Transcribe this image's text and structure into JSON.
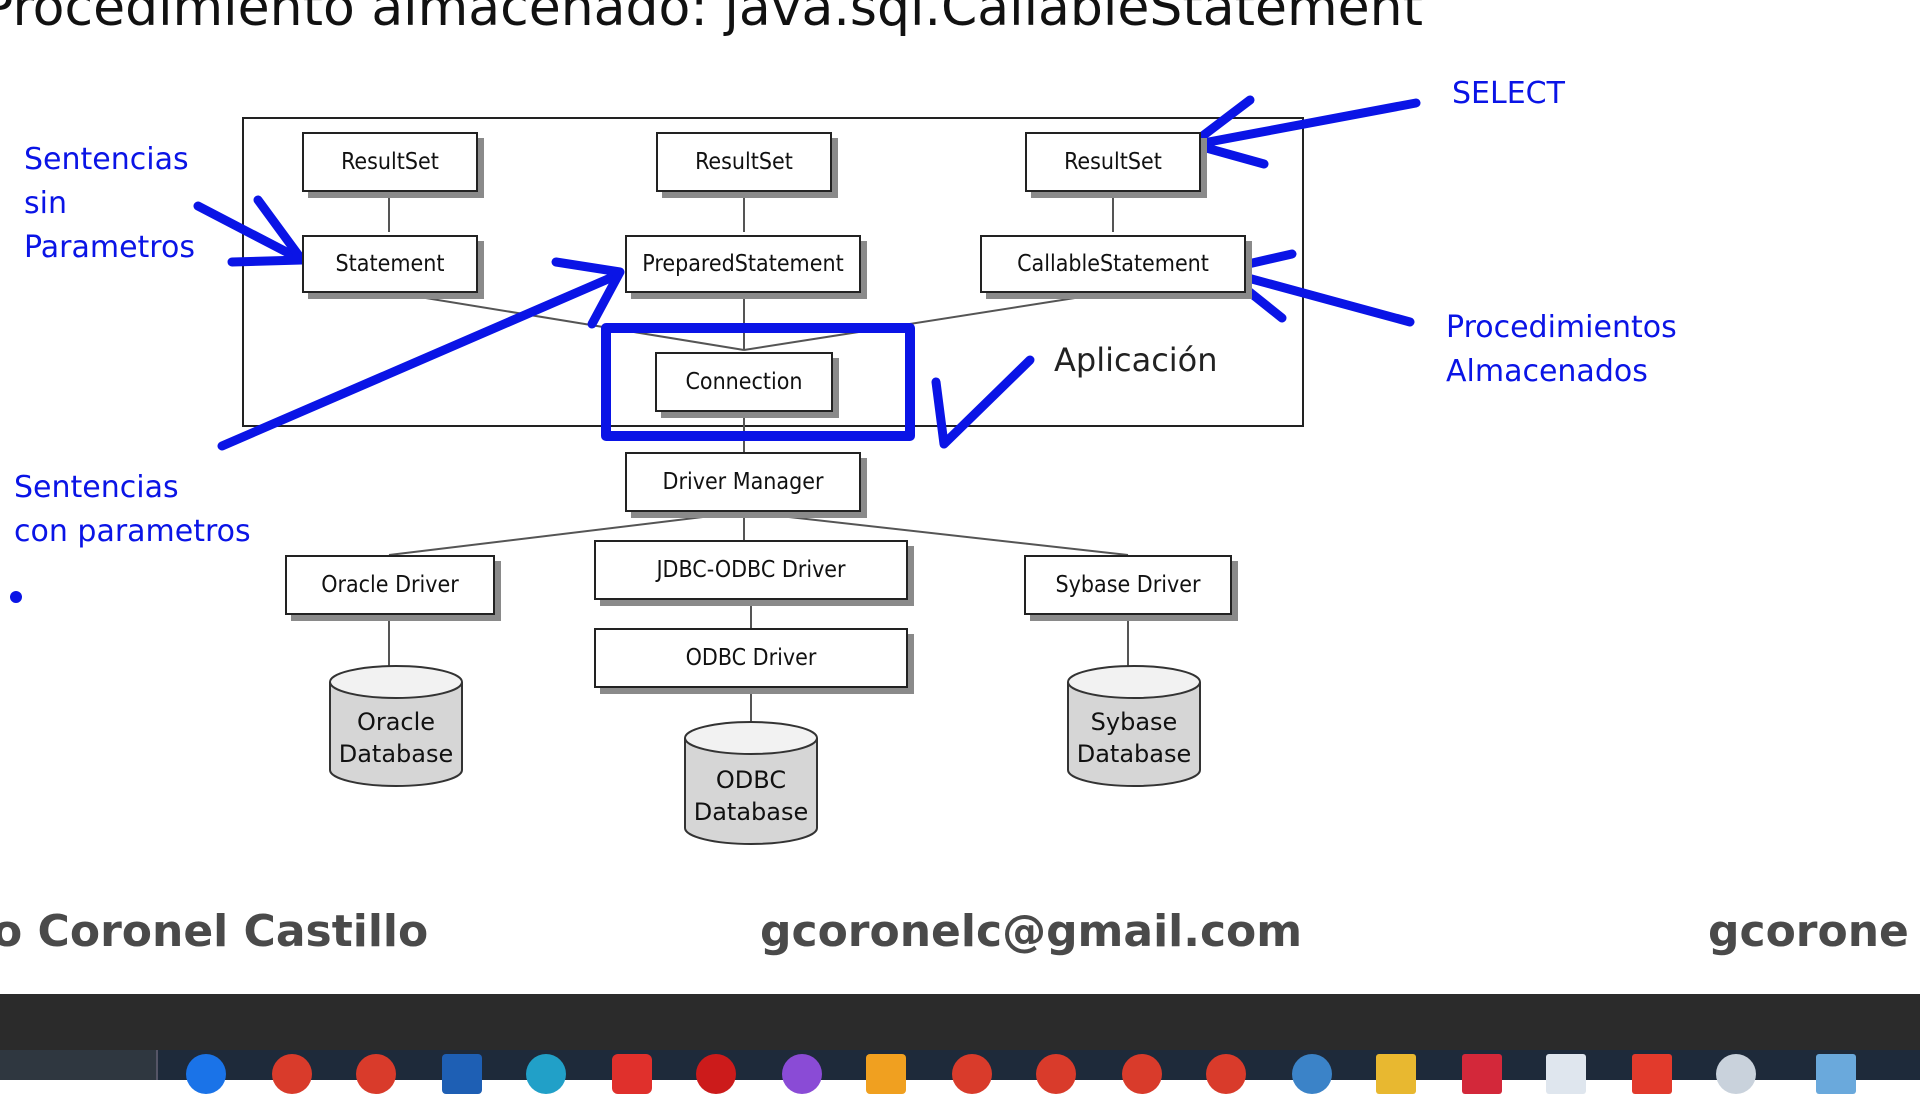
{
  "slide": {
    "title": "Procedimiento almacenado: java.sql.CallableStatement",
    "diagram": {
      "app_label": "Aplicación",
      "resultset_1": "ResultSet",
      "resultset_2": "ResultSet",
      "resultset_3": "ResultSet",
      "statement": "Statement",
      "prepared_statement": "PreparedStatement",
      "callable_statement": "CallableStatement",
      "connection": "Connection",
      "driver_manager": "Driver Manager",
      "oracle_driver": "Oracle Driver",
      "jdbc_odbc_driver": "JDBC-ODBC Driver",
      "odbc_driver": "ODBC Driver",
      "sybase_driver": "Sybase Driver",
      "oracle_db_line1": "Oracle",
      "oracle_db_line2": "Database",
      "odbc_db_line1": "ODBC",
      "odbc_db_line2": "Database",
      "sybase_db_line1": "Sybase",
      "sybase_db_line2": "Database"
    },
    "annotations": {
      "sin_param_line1": "Sentencias",
      "sin_param_line2": "sin",
      "sin_param_line3": "Parametros",
      "con_param_line1": "Sentencias",
      "con_param_line2": "con parametros",
      "select": "SELECT",
      "proc_line1": "Procedimientos",
      "proc_line2": "Almacenados",
      "ink_color": "#0a14e6"
    },
    "footer": {
      "name": "o Coronel Castillo",
      "email": "gcoronelc@gmail.com",
      "partial": "gcorone"
    }
  },
  "taskbar": {
    "icons": [
      "chrome-icon",
      "red-app-icon",
      "red-app-icon",
      "blue-app-icon",
      "edge-icon",
      "red-app-icon",
      "opera-icon",
      "purple-app-icon",
      "folder-icon",
      "red-app-icon",
      "red-app-icon",
      "red-app-icon",
      "red-app-icon",
      "paint-icon",
      "file-explorer-icon",
      "red-app-icon",
      "notepad-icon",
      "red-app-icon",
      "settings-icon",
      "monitor-icon"
    ]
  }
}
